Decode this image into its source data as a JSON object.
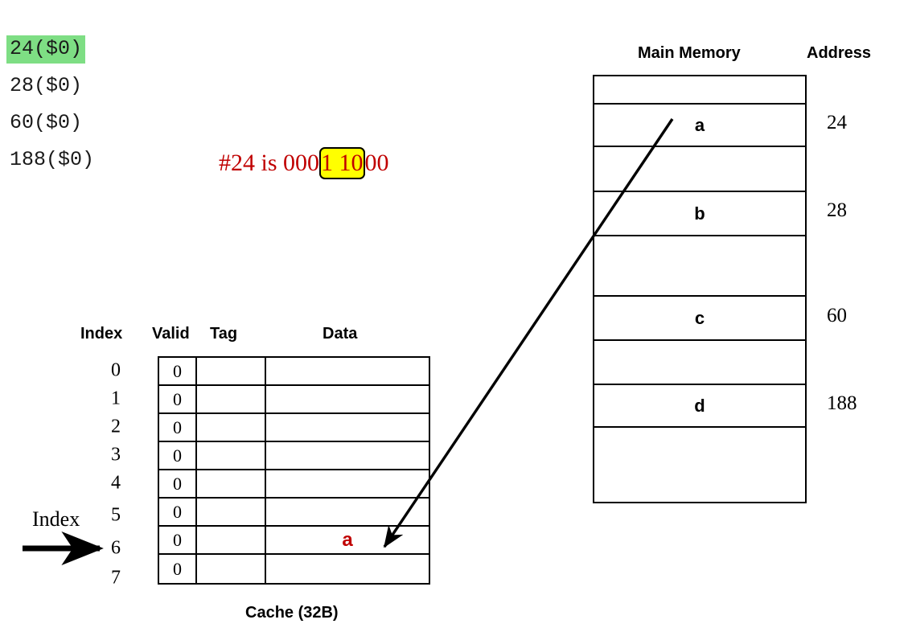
{
  "address_list": {
    "items": [
      {
        "label": "24($0)",
        "highlighted": true
      },
      {
        "label": "28($0)",
        "highlighted": false
      },
      {
        "label": "60($0)",
        "highlighted": false
      },
      {
        "label": "188($0)",
        "highlighted": false
      }
    ]
  },
  "annotation": {
    "prefix": "#24 is 000",
    "highlighted": "1 10",
    "suffix": "00",
    "full_text": "#24 is 0001 1000",
    "text_color": "#c00000",
    "highlight_color": "#ffff00"
  },
  "main_memory": {
    "title": "Main Memory",
    "address_title": "Address",
    "rows": [
      {
        "value": "",
        "address": "",
        "height": 35
      },
      {
        "value": "a",
        "address": "24",
        "height": 53
      },
      {
        "value": "",
        "address": "",
        "height": 56
      },
      {
        "value": "b",
        "address": "28",
        "height": 55
      },
      {
        "value": "",
        "address": "",
        "height": 75
      },
      {
        "value": "c",
        "address": "60",
        "height": 55
      },
      {
        "value": "",
        "address": "",
        "height": 55
      },
      {
        "value": "d",
        "address": "188",
        "height": 53
      },
      {
        "value": "",
        "address": "",
        "height": 92
      }
    ]
  },
  "cache": {
    "caption": "Cache (32B)",
    "headers": {
      "index": "Index",
      "valid": "Valid",
      "tag": "Tag",
      "data": "Data"
    },
    "pointer_label": "Index",
    "pointer_target_index": "6",
    "rows": [
      {
        "index": "0",
        "valid": "0",
        "tag": "",
        "data": ""
      },
      {
        "index": "1",
        "valid": "0",
        "tag": "",
        "data": ""
      },
      {
        "index": "2",
        "valid": "0",
        "tag": "",
        "data": ""
      },
      {
        "index": "3",
        "valid": "0",
        "tag": "",
        "data": ""
      },
      {
        "index": "4",
        "valid": "0",
        "tag": "",
        "data": ""
      },
      {
        "index": "5",
        "valid": "0",
        "tag": "",
        "data": ""
      },
      {
        "index": "6",
        "valid": "0",
        "tag": "",
        "data": "a"
      },
      {
        "index": "7",
        "valid": "0",
        "tag": "",
        "data": ""
      }
    ]
  },
  "colors": {
    "highlight_green": "#7ede84",
    "highlight_yellow": "#ffff00",
    "accent_red": "#c00000",
    "line_black": "#000000"
  }
}
